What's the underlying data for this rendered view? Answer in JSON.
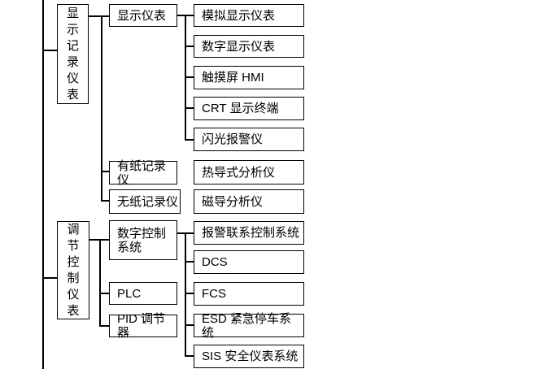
{
  "diagram": {
    "type": "tree",
    "colors": {
      "background": "#ffffff",
      "line": "#000000",
      "text": "#000000"
    },
    "sections": [
      {
        "root": "显示记录仪表",
        "branches": [
          {
            "label": "显示仪表",
            "children": [
              "模拟显示仪表",
              "数字显示仪表",
              "触摸屏 HMI",
              "CRT 显示终端",
              "闪光报警仪"
            ]
          },
          {
            "label": "有纸记录仪"
          },
          {
            "label": "无纸记录仪"
          }
        ],
        "unconnected_boxes": [
          "热导式分析仪",
          "磁导分析仪"
        ]
      },
      {
        "root": "调节控制仪表",
        "branches": [
          {
            "label": "数字控制系统",
            "children": [
              "报警联系控制系统",
              "DCS",
              "FCS",
              "ESD 紧急停车系统",
              "SIS 安全仪表系统"
            ]
          },
          {
            "label": "PLC"
          },
          {
            "label": "PID 调节器"
          }
        ],
        "unconnected_boxes": []
      }
    ]
  }
}
